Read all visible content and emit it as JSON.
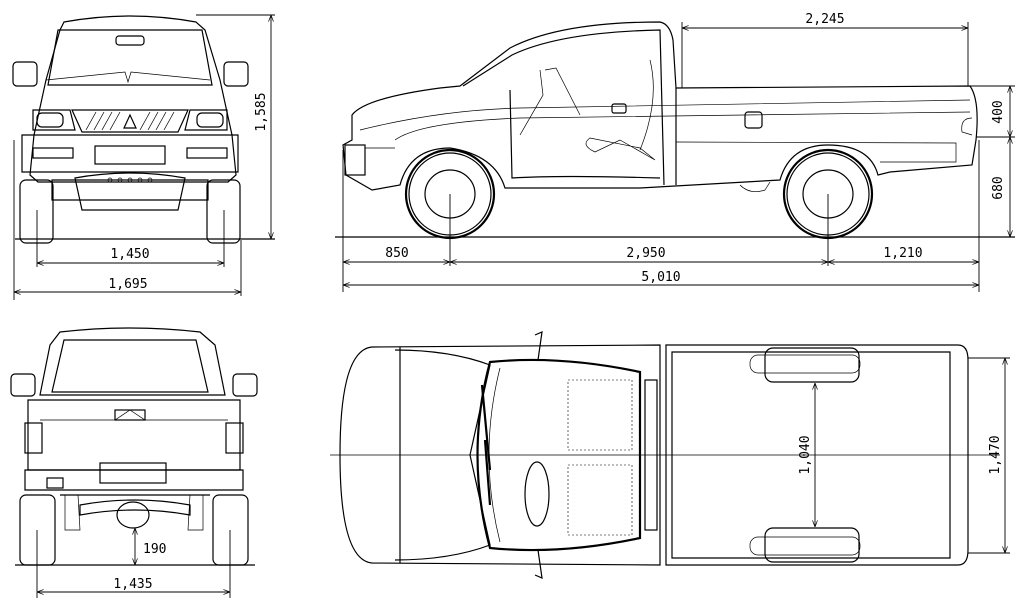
{
  "title": "Pickup truck dimension blueprint",
  "line_color": "#000000",
  "background_color": "#ffffff",
  "front_view": {
    "track_front": "1,450",
    "overall_width": "1,695",
    "overall_height": "1,585"
  },
  "side_view": {
    "bed_length": "2,245",
    "bed_height": "400",
    "floor_height": "680",
    "front_overhang": "850",
    "wheelbase": "2,950",
    "rear_overhang": "1,210",
    "overall_length": "5,010"
  },
  "rear_view": {
    "ground_clearance": "190",
    "track_rear": "1,435"
  },
  "top_view": {
    "bed_inner_width": "1,040",
    "bed_width": "1,470"
  }
}
